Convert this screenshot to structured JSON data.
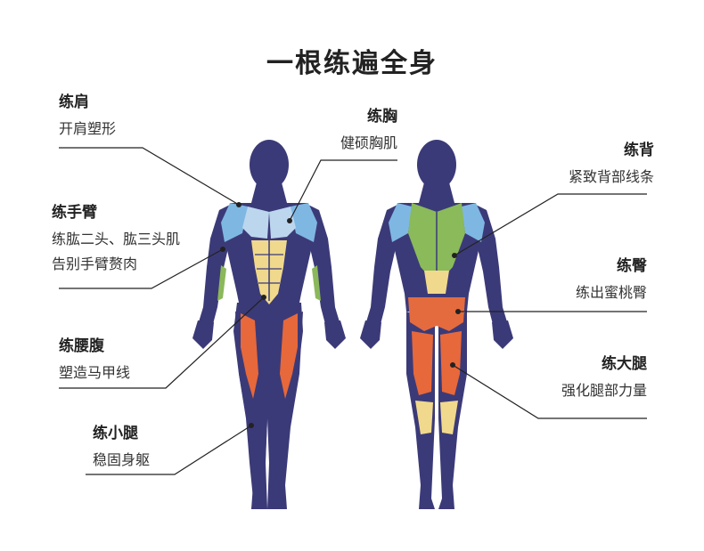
{
  "title": "一根练遍全身",
  "labels": {
    "shoulder": {
      "heading": "练肩",
      "desc": "开肩塑形"
    },
    "chest": {
      "heading": "练胸",
      "desc": "健硕胸肌"
    },
    "arm": {
      "heading": "练手臂",
      "desc": "练肱二头、肱三头肌",
      "desc2": "告别手臂赘肉"
    },
    "back": {
      "heading": "练背",
      "desc": "紧致背部线条"
    },
    "waist": {
      "heading": "练腰腹",
      "desc": "塑造马甲线"
    },
    "glute": {
      "heading": "练臀",
      "desc": "练出蜜桃臀"
    },
    "thigh": {
      "heading": "练大腿",
      "desc": "强化腿部力量"
    },
    "calf": {
      "heading": "练小腿",
      "desc": "稳固身躯"
    }
  },
  "colors": {
    "body": "#3b3a78",
    "shoulder": "#7fb7e3",
    "chest": "#bcd6ee",
    "abs": "#f0d98c",
    "forearm": "#8bb85a",
    "thigh": "#e7683a",
    "back": "#8aba5a",
    "glute": "#e46b3e",
    "calf_back": "#f0d98c",
    "leader": "#222222"
  }
}
